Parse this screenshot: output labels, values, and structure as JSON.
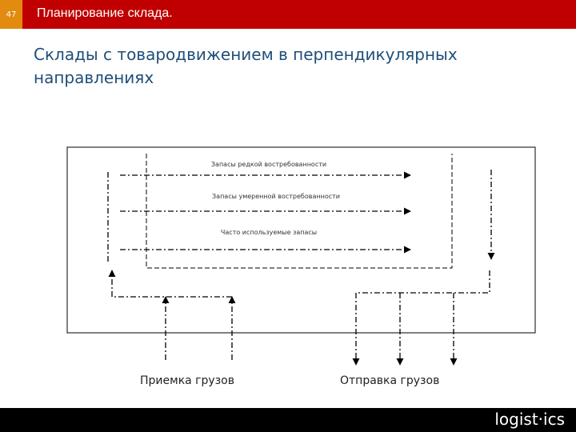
{
  "header": {
    "slide_number": "47",
    "title": "Планирование склада."
  },
  "slide_title": "Склады с товародвижением в перпендикулярных направлениях",
  "diagram": {
    "flows": [
      "Запасы редкой востребованности",
      "Запасы умеренной востребованности",
      "Часто используемые запасы"
    ],
    "receiving_label": "Приемка грузов",
    "shipping_label": "Отправка грузов"
  },
  "colors": {
    "header_bar": "#c00000",
    "slide_number_tab": "#e38b10",
    "title_text": "#1f4e79",
    "footer_bar": "#000000"
  },
  "footer": {
    "logo": "logist·ics"
  }
}
